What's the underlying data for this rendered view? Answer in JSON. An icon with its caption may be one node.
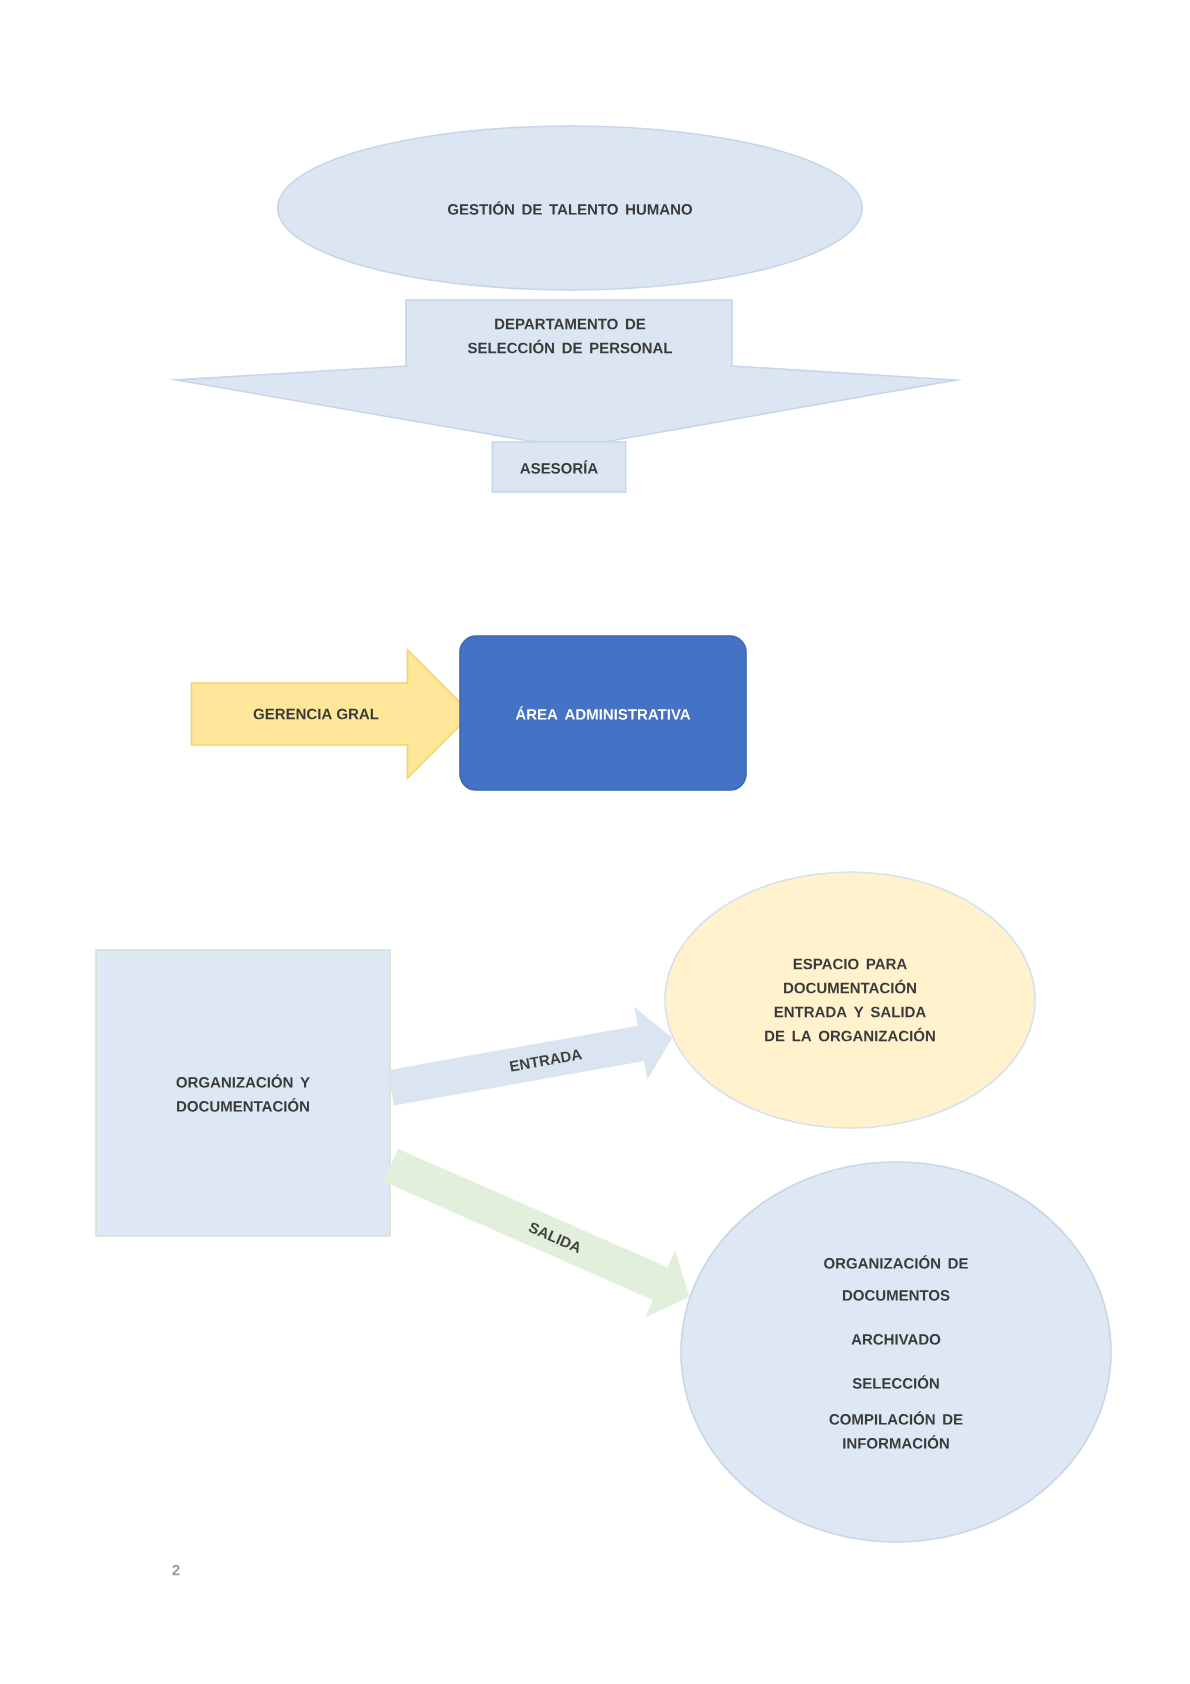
{
  "diagram": {
    "nodes": [
      {
        "text": [
          "GESTIÓN DE TALENTO HUMANO"
        ]
      },
      {
        "text": [
          "DEPARTAMENTO DE SELECCIÓN DE PERSONAL"
        ]
      },
      {
        "text": [
          "ASESORÍA"
        ]
      },
      {
        "text": [
          "GERENCIA GRAL"
        ]
      },
      {
        "text": [
          "ÁREA ADMINISTRATIVA"
        ]
      },
      {
        "text": [
          "ORGANIZACIÓN Y DOCUMENTACIÓN"
        ]
      },
      {
        "text": [
          "ESPACIO PARA DOCUMENTACIÓN ENTRADA Y SALIDA DE LA ORGANIZACIÓN"
        ]
      },
      {
        "text": [
          "ORGANIZACIÓN DE DOCUMENTOS",
          "ARCHIVADO",
          "SELECCIÓN",
          "COMPILACIÓN DE INFORMACIÓN"
        ]
      }
    ],
    "edges": [
      {
        "from": 5,
        "to": 6,
        "arrow": "to",
        "label": "ENTRADA",
        "color": "#dbe5f1"
      },
      {
        "from": 5,
        "to": 7,
        "arrow": "to",
        "label": "SALIDA",
        "color": "#e2efda"
      }
    ],
    "labels": [
      "2"
    ]
  }
}
